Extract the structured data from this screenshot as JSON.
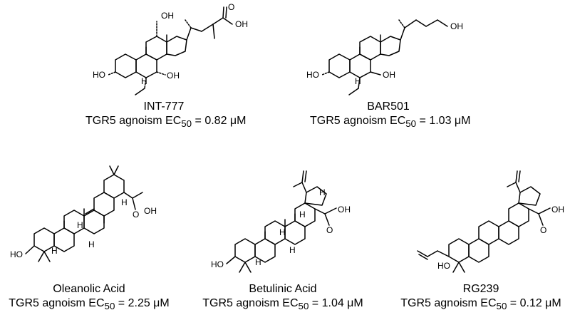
{
  "compounds": [
    {
      "name": "INT-777",
      "activity_prefix": "TGR5 agnoism EC",
      "activity_sub": "50",
      "activity_value": " = 0.82 μM",
      "atom_labels": [
        "OH",
        "O",
        "OH",
        "HO",
        "H",
        "OH"
      ]
    },
    {
      "name": "BAR501",
      "activity_prefix": "TGR5 agnoism EC",
      "activity_sub": "50",
      "activity_value": " = 1.03 μM",
      "atom_labels": [
        "OH",
        "HO",
        "H",
        "OH"
      ]
    },
    {
      "name": "Oleanolic Acid",
      "activity_prefix": "TGR5 agnoism EC",
      "activity_sub": "50",
      "activity_value": " = 2.25 μM",
      "atom_labels": [
        "OH",
        "O",
        "H",
        "H",
        "H",
        "HO",
        "H"
      ]
    },
    {
      "name": "Betulinic Acid",
      "activity_prefix": "TGR5 agnoism EC",
      "activity_sub": "50",
      "activity_value": " = 1.04 μM",
      "atom_labels": [
        "H",
        "OH",
        "O",
        "H",
        "H",
        "H",
        "HO",
        "H"
      ]
    },
    {
      "name": "RG239",
      "activity_prefix": "TGR5 agnoism EC",
      "activity_sub": "50",
      "activity_value": " = 0.12 μM",
      "atom_labels": [
        "OH",
        "O",
        "HO"
      ]
    }
  ]
}
